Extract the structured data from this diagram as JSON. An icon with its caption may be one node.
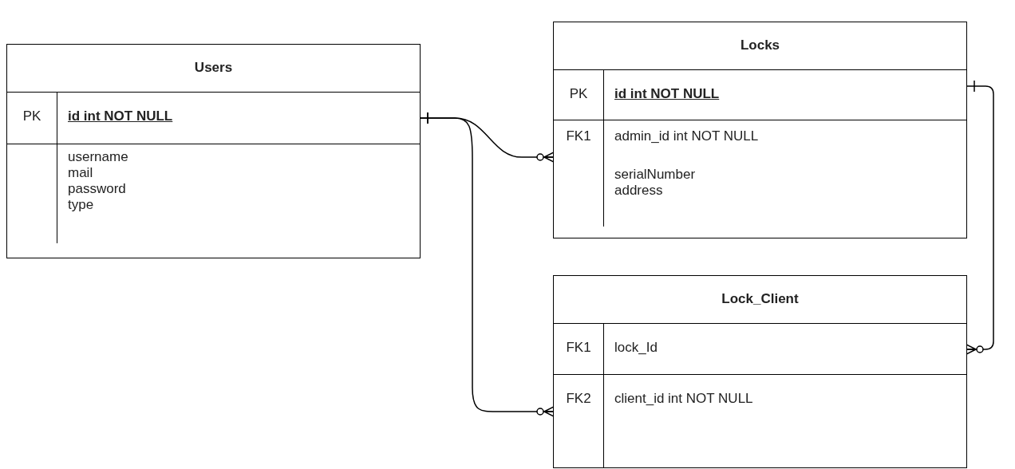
{
  "diagram": {
    "nodes": [
      {
        "text": [
          "Users"
        ]
      },
      {
        "text": [
          "PK",
          "id int NOT NULL"
        ],
        "in": 0
      },
      {
        "text": [
          "username",
          "mail",
          "password",
          "type"
        ],
        "in": 0
      },
      {
        "text": [
          "Locks"
        ]
      },
      {
        "text": [
          "PK",
          "id int NOT NULL"
        ],
        "in": 3
      },
      {
        "text": [
          "FK1",
          "admin_id int NOT NULL",
          "serialNumber",
          "address"
        ],
        "in": 3
      },
      {
        "text": [
          "Lock_Client"
        ]
      },
      {
        "text": [
          "FK1",
          "lock_Id"
        ],
        "in": 6
      },
      {
        "text": [
          "FK2",
          "client_id int NOT NULL"
        ],
        "in": 6
      }
    ],
    "edges": [
      {
        "from": 1,
        "to": 5,
        "arrow": "other"
      },
      {
        "from": 1,
        "to": 8,
        "arrow": "other"
      },
      {
        "from": 4,
        "to": 7,
        "arrow": "other"
      }
    ]
  }
}
